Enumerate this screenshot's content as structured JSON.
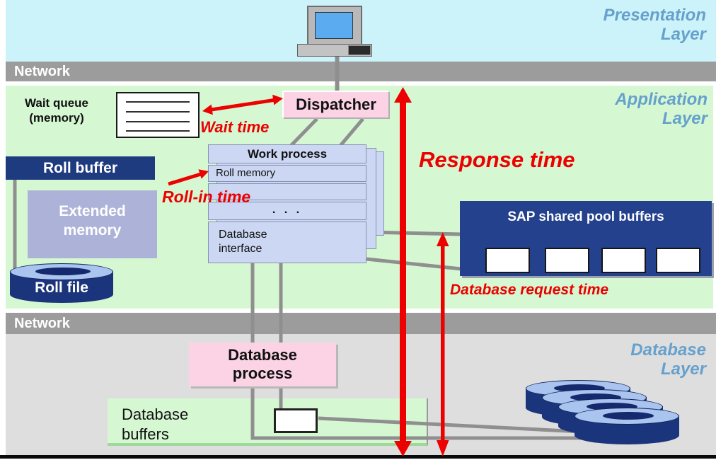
{
  "layers": {
    "presentation": {
      "line1": "Presentation",
      "line2": "Layer"
    },
    "application": {
      "line1": "Application",
      "line2": "Layer"
    },
    "database": {
      "line1": "Database",
      "line2": "Layer"
    }
  },
  "bands": {
    "network_top": "Network",
    "network_bottom": "Network"
  },
  "nodes": {
    "wait_queue": {
      "line1": "Wait queue",
      "line2": "(memory)"
    },
    "dispatcher": {
      "label": "Dispatcher"
    },
    "work_process": {
      "header": "Work process",
      "roll_memory": "Roll memory",
      "dots": ". . .",
      "db_interface_line1": "Database",
      "db_interface_line2": "interface"
    },
    "roll_buffer": {
      "label": "Roll buffer"
    },
    "extended_memory": {
      "line1": "Extended",
      "line2": "memory"
    },
    "roll_file": {
      "label": "Roll file"
    },
    "sap_pool": {
      "title": "SAP shared pool buffers",
      "cell_count": 4
    },
    "database_process": {
      "line1": "Database",
      "line2": "process"
    },
    "database_buffers": {
      "line1": "Database",
      "line2": "buffers"
    }
  },
  "timings": {
    "wait_time": "Wait time",
    "roll_in_time": "Roll-in time",
    "response_time": "Response time",
    "database_request_time": "Database request time"
  },
  "icons": {
    "client_terminal": "computer-icon",
    "wait_queue": "queue-list-icon",
    "roll_file": "disk-cylinder-icon",
    "database_disks": "disk-stack-icon"
  },
  "colors": {
    "presentation_band": "#cdf3fa",
    "application_band": "#d5f8d2",
    "database_band": "#dedede",
    "network_bar": "#9c9c9c",
    "navy_box": "#24418e",
    "pink_box": "#fbd3e5",
    "work_process_box": "#ccd7f3",
    "extended_memory_box": "#adb3d8",
    "timing_red": "#ec0000",
    "layer_label_blue": "#66a0cc",
    "disk_top_blue": "#a9c4ee"
  }
}
